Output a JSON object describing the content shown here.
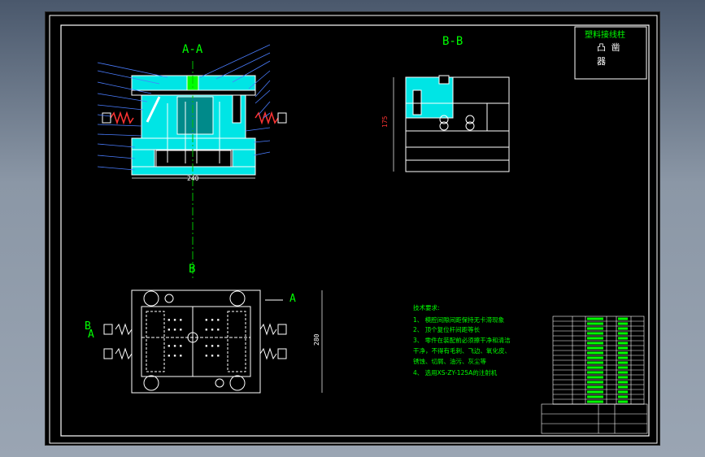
{
  "drawing": {
    "section_aa": "A-A",
    "section_bb": "B-B",
    "view_b": "B",
    "cut_a": "A",
    "cut_b": "B",
    "dim_width_top": "240",
    "dim_height_side": "175",
    "dim_height_plan": "280",
    "title_block_header": "塑料接线柱"
  },
  "tech_requirements": {
    "title": "技术要求:",
    "lines": [
      "1、 模腔间隙间距保持无卡滞现象",
      "2、 顶个复位杆间距等长",
      "3、 零件在装配前必须擦干净和清洁",
      "干净，不得有毛刺、飞边、氧化皮、",
      "锈蚀、切屑、油污、灰尘等",
      "4、 选用XS-ZY-125A的注射机"
    ]
  },
  "colors": {
    "frame": "#ffffff",
    "cavity": "#00e5e5",
    "label": "#00ff00",
    "leader": "#4a7dff",
    "spring": "#ff3333",
    "centerline": "#00c000"
  }
}
